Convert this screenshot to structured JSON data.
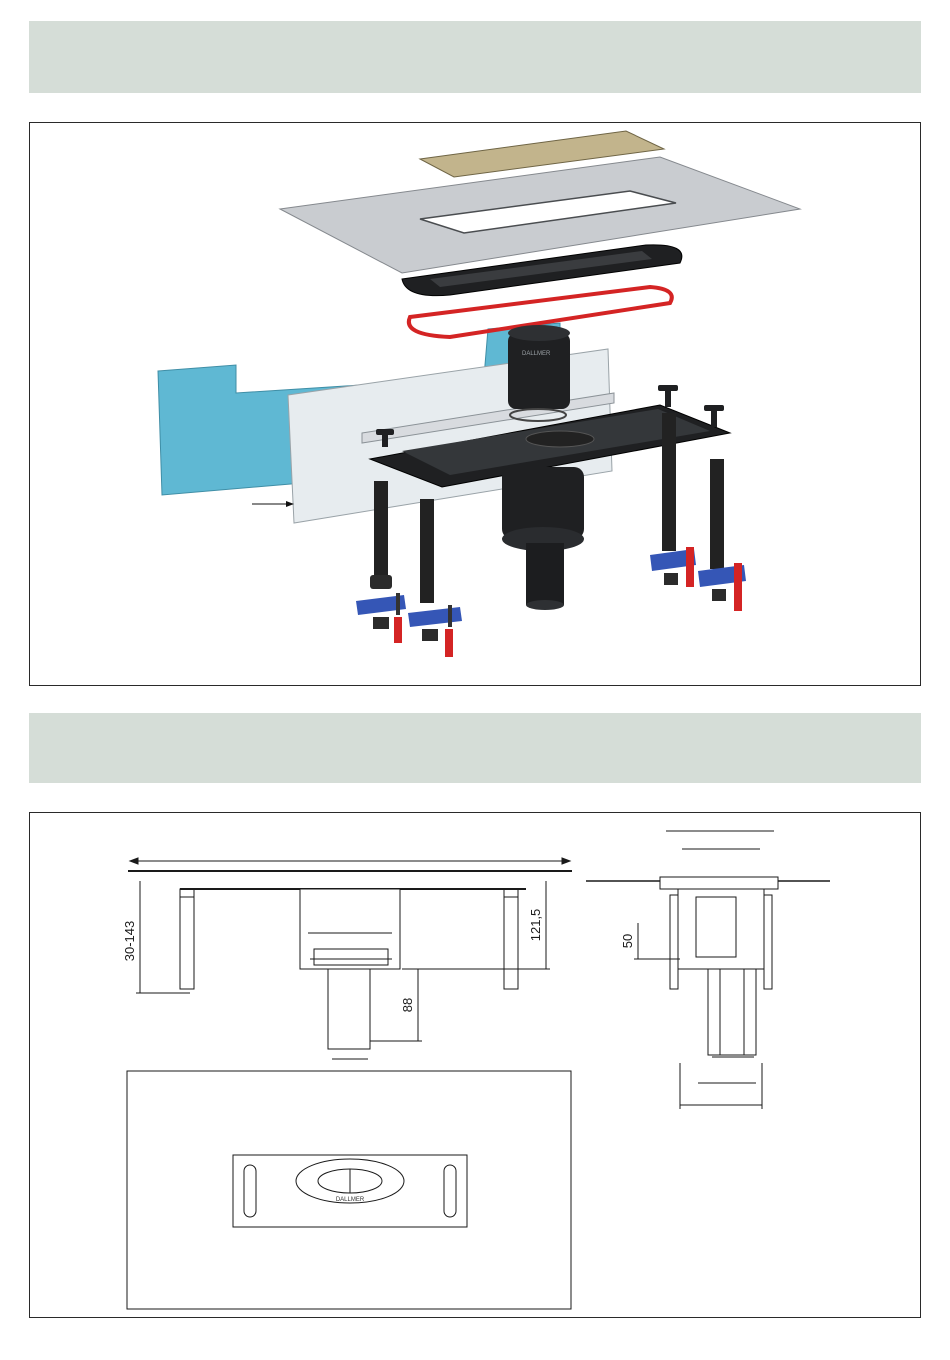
{
  "colors": {
    "header_band": "#d5ddd7",
    "frame_border": "#2a2a2a",
    "membrane_grey": "#c9ccd0",
    "grate_khaki": "#c2b48c",
    "insulation_blue": "#5fb8d3",
    "gasket_red": "#d42424",
    "bracket_blue": "#3556b6",
    "body_black": "#1f2022"
  },
  "drawing": {
    "dim_height_range": "30-143",
    "dim_body_height": "121,5",
    "dim_outlet_length": "88",
    "dim_side_depth": "50",
    "body_logo": "DALLMER",
    "top_view_logo": "DALLMER"
  }
}
